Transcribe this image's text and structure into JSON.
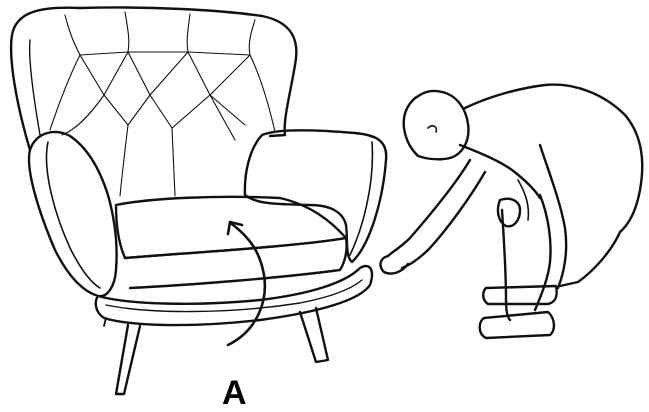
{
  "figure": {
    "label": "A"
  },
  "elements": {
    "armchair": "armchair-line-drawing",
    "person": "person-bending-to-lift-chair",
    "arrow": "curved-up-arrow"
  },
  "colors": {
    "line": "#111111",
    "background": "#ffffff"
  }
}
